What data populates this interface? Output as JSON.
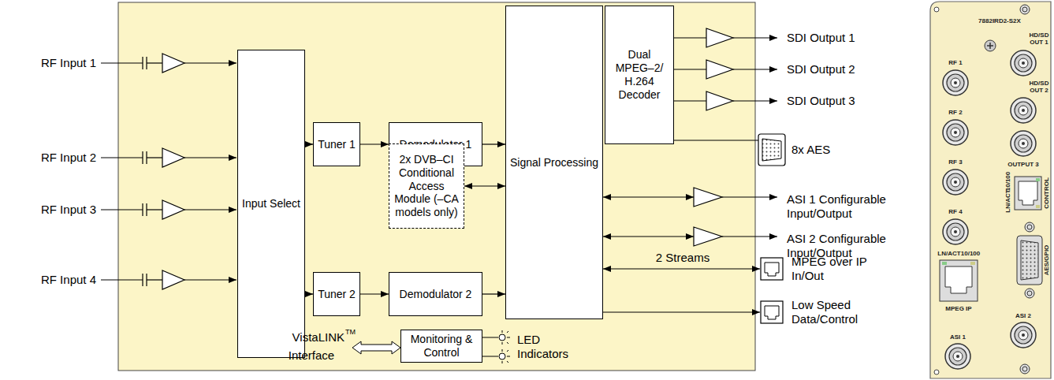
{
  "diagram": {
    "nodes": [
      {
        "text": [
          "Input Select"
        ]
      },
      {
        "text": [
          "Tuner 1"
        ]
      },
      {
        "text": [
          "Demodulator 1"
        ]
      },
      {
        "text": [
          "Signal Processing"
        ]
      },
      {
        "text": [
          "Dual MPEG–2/ H.264 Decoder"
        ]
      },
      {
        "text": [
          "2x DVB–CI Conditional Access Module (–CA models only)"
        ]
      },
      {
        "text": [
          "Tuner 2"
        ]
      },
      {
        "text": [
          "Demodulator 2"
        ]
      },
      {
        "text": [
          "Monitoring & Control"
        ]
      }
    ],
    "edges": [
      {
        "from": 0,
        "to": 1,
        "arrow": "to"
      },
      {
        "from": 1,
        "to": 2,
        "arrow": "to"
      },
      {
        "from": 2,
        "to": 3,
        "arrow": "to"
      },
      {
        "from": 0,
        "to": 6,
        "arrow": "to"
      },
      {
        "from": 6,
        "to": 7,
        "arrow": "to"
      },
      {
        "from": 7,
        "to": 3,
        "arrow": "to"
      },
      {
        "from": 5,
        "to": 3,
        "arrow": "both"
      }
    ],
    "labels": [
      "RF Input 1",
      "RF Input 2",
      "RF Input 3",
      "RF Input 4",
      "SDI Output 1",
      "SDI Output 2",
      "SDI Output 3",
      "8x AES",
      "ASI 1 Configurable Input/Output",
      "ASI 2 Configurable Input/Output",
      "2 Streams",
      "MPEG over IP In/Out",
      "Low Speed Data/Control",
      "VistaLINK",
      "TM",
      "Interface",
      "LED Indicators",
      "7882IRD2-S2X",
      "RF 1",
      "RF 2",
      "RF 3",
      "RF 4",
      "HD/SD OUT 1",
      "HD/SD OUT 2",
      "OUTPUT 3",
      "LN/ACT",
      "10/100",
      "CONTROL",
      "AES/GPIO",
      "LN/ACT",
      "10/100",
      "MPEG IP",
      "ASI 1",
      "ASI 2"
    ]
  }
}
